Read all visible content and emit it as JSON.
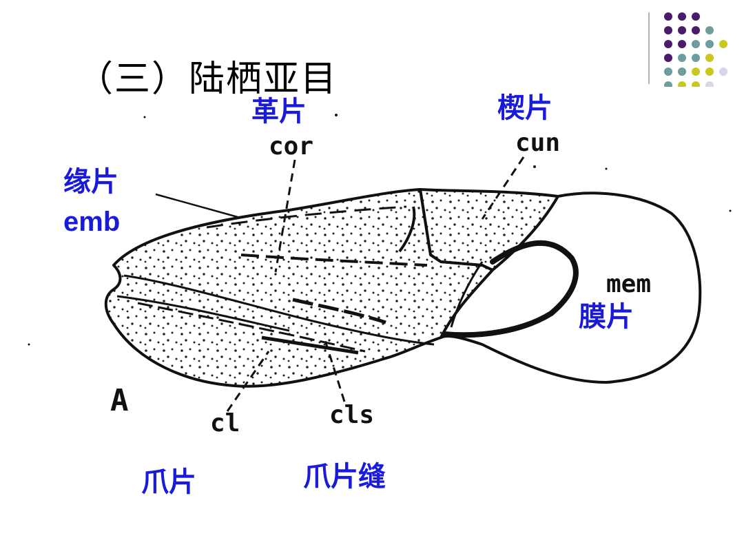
{
  "slide": {
    "title": "（三）陆栖亚目"
  },
  "labels": {
    "corium_zh": "革片",
    "corium_abbr": "cor",
    "cuneus_zh": "楔片",
    "cuneus_abbr": "cun",
    "embolium_zh": "缘片",
    "embolium_abbr": "emb",
    "membrane_zh": "膜片",
    "membrane_abbr": "mem",
    "clavus_zh": "爪片",
    "clavus_abbr": "cl",
    "claval_suture_zh": "爪片缝",
    "claval_suture_abbr": "cls",
    "figure_letter": "A"
  },
  "colors": {
    "label_blue": "#1a1adc",
    "dot_purple": "#4a1a6b",
    "dot_teal": "#6f9c9c",
    "dot_yellow": "#c8c81e",
    "dot_lavender": "#d6d6ea"
  }
}
